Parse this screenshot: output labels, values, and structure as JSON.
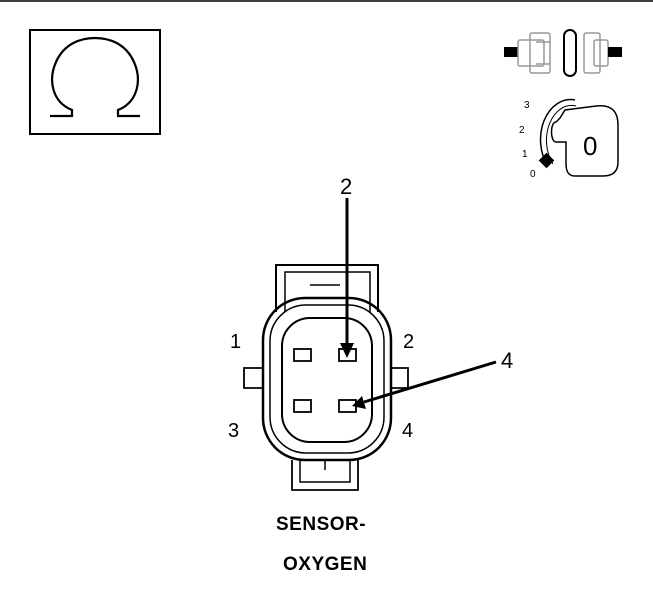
{
  "connector": {
    "pin_labels": [
      "1",
      "2",
      "3",
      "4"
    ],
    "callouts": [
      "2",
      "4"
    ],
    "caption_lines": [
      "SENSOR-",
      "OXYGEN"
    ]
  },
  "ignition": {
    "scale_labels": [
      "3",
      "2",
      "1",
      "0"
    ],
    "key_position": "0"
  },
  "icons": {
    "meter": "ohm-meter-icon",
    "disconnect": "connector-disconnected-icon",
    "ignition": "ignition-key-icon"
  },
  "colors": {
    "line": "#000000",
    "ghost": "#999999",
    "background": "#ffffff"
  }
}
